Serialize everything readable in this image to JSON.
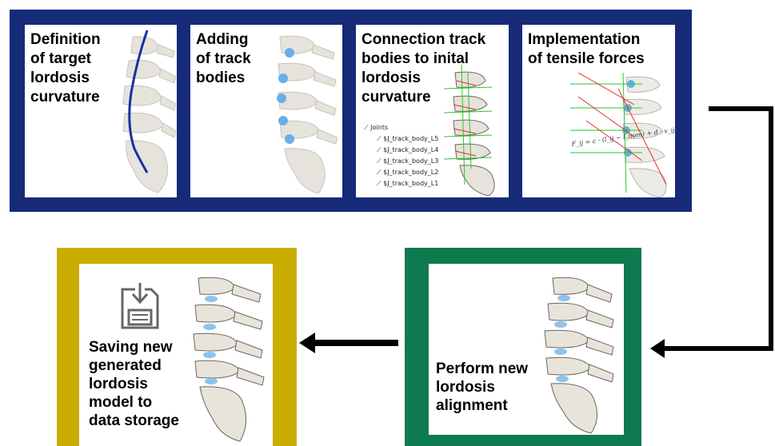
{
  "colors": {
    "top_frame": "#162a78",
    "save_frame": "#c9ad00",
    "align_frame": "#0e7a50",
    "track_ball": "#6aaee8",
    "curve": "#1a2fa0",
    "arrow": "#000000"
  },
  "panels": [
    {
      "title": "Definition\nof target\nlordosis\ncurvature"
    },
    {
      "title": "Adding\nof track\nbodies"
    },
    {
      "title": "Connection track\nbodies to inital\nlordosis\ncurvature"
    },
    {
      "title": "Implementation\nof tensile forces"
    }
  ],
  "joints": {
    "header": "Joints",
    "items": [
      "$J_track_body_L5",
      "$J_track_body_L4",
      "$J_track_body_L3",
      "$J_track_body_L2",
      "$J_track_body_L1"
    ]
  },
  "formula": "F_ij = c · (l_ij − l_nom) + d · v_ij , F_nom",
  "save": {
    "title": "Saving new\ngenerated\nlordosis\nmodel to\ndata storage",
    "icon": "save-download-icon"
  },
  "align": {
    "title": "Perform new\nlordosis\nalignment"
  }
}
